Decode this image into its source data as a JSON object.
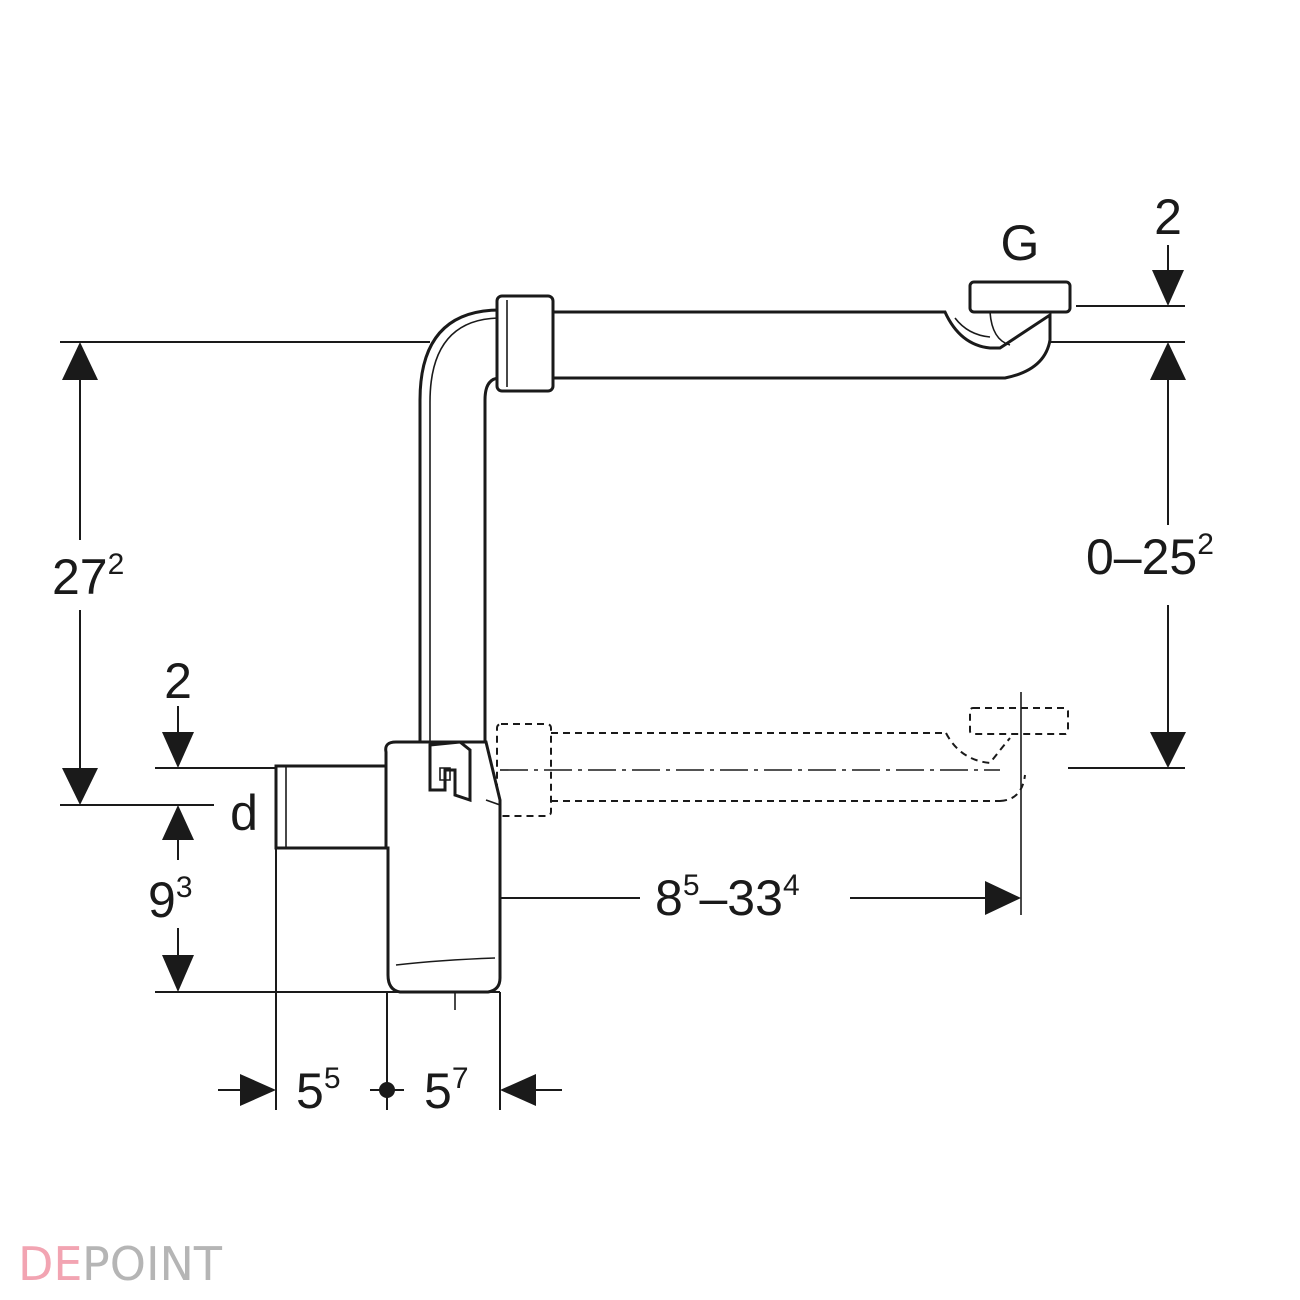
{
  "labels": {
    "g_connection": "G",
    "top_offset": {
      "base": "2",
      "sup": ""
    },
    "height_total": {
      "base": "27",
      "sup": "2"
    },
    "height_adjust": {
      "base": "0–25",
      "sup": "2"
    },
    "left_offset": {
      "base": "2",
      "sup": ""
    },
    "outlet": "d",
    "trap_depth": {
      "base": "9",
      "sup": "3"
    },
    "extension": {
      "base": "8",
      "sup1": "5",
      "mid": "–33",
      "sup2": "4"
    },
    "width_left": {
      "base": "5",
      "sup": "5"
    },
    "width_right": {
      "base": "5",
      "sup": "7"
    }
  },
  "watermark": {
    "text_a": "DE",
    "text_b": "POINT",
    "color_a": "#f2a4b2",
    "color_b": "#b5b5b5"
  },
  "colors": {
    "line": "#1a1a1a",
    "background": "#ffffff"
  }
}
